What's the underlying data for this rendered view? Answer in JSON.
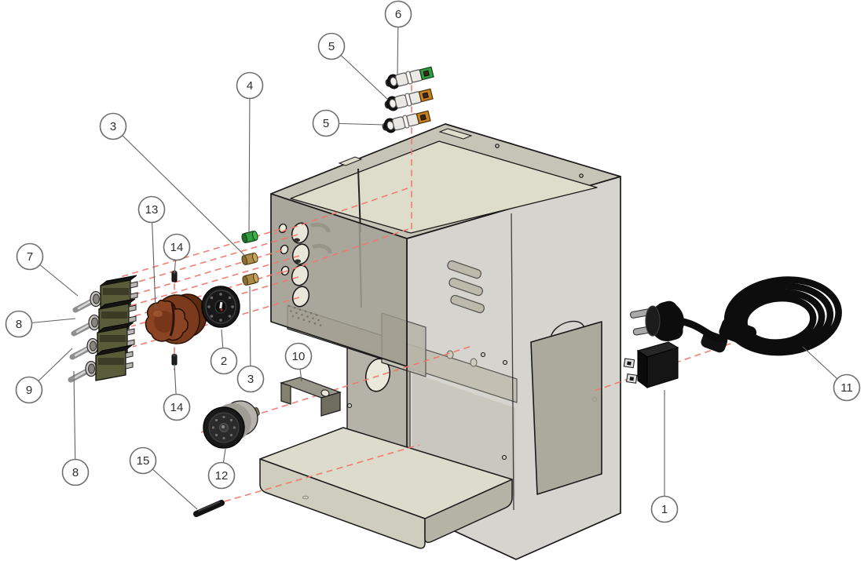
{
  "diagram": {
    "type": "exploded-parts-view",
    "background": "#ffffff"
  },
  "colors": {
    "outline": "#1a1a1a",
    "leader_line": "#606060",
    "balloon_fill": "#ffffff",
    "balloon_stroke": "#6e6e6e",
    "balloon_text": "#2e2e2e",
    "alignment_line_red": "#f1766c",
    "body_gray": "#a19e91",
    "body_top_gray": "#c6c4b6",
    "body_cream": "#dedcca",
    "lamp_green": "#2f9e3f",
    "lamp_amber": "#c8801f",
    "brass": "#ad8c4a",
    "knob_brown": "#8a4423",
    "switch_olive": "#585c38",
    "part_black": "#111111"
  },
  "callouts": [
    {
      "label": "1",
      "part": "power-inlet-socket"
    },
    {
      "label": "2",
      "part": "dial-faceplate"
    },
    {
      "label": "3",
      "part": "brass-bushing"
    },
    {
      "label": "3",
      "part": "brass-bushing"
    },
    {
      "label": "4",
      "part": "green-bushing"
    },
    {
      "label": "5",
      "part": "indicator-lamp-amber"
    },
    {
      "label": "5",
      "part": "indicator-lamp-amber"
    },
    {
      "label": "6",
      "part": "indicator-lamp-green"
    },
    {
      "label": "7",
      "part": "toggle-switch"
    },
    {
      "label": "8",
      "part": "toggle-switch"
    },
    {
      "label": "8",
      "part": "toggle-switch"
    },
    {
      "label": "9",
      "part": "toggle-switch"
    },
    {
      "label": "10",
      "part": "mounting-bracket"
    },
    {
      "label": "11",
      "part": "power-cord"
    },
    {
      "label": "12",
      "part": "pressure-gauge"
    },
    {
      "label": "13",
      "part": "control-knob"
    },
    {
      "label": "14",
      "part": "set-screw"
    },
    {
      "label": "14",
      "part": "set-screw"
    },
    {
      "label": "15",
      "part": "pin"
    }
  ]
}
